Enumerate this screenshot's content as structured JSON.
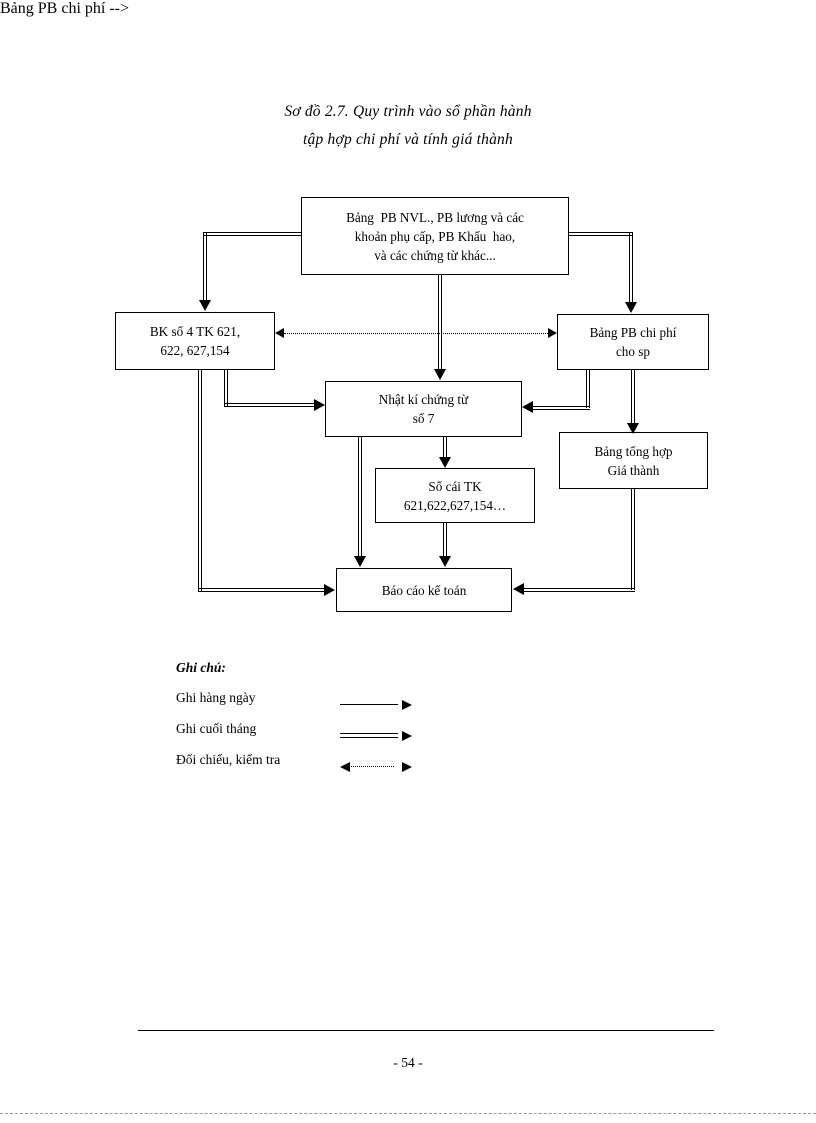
{
  "document": {
    "title_lines": [
      "Sơ đồ 2.7. Quy trình vào sổ phần hành",
      "tập hợp chi phí và tính giá thành"
    ],
    "page_number": "- 54 -"
  },
  "diagram": {
    "nodes": {
      "chung_tu": {
        "lines": [
          "Bảng  PB NVL., PB lương và các",
          "khoản phụ cấp, PB Khấu  hao,",
          "và các chứng từ khác..."
        ]
      },
      "bang_ke": {
        "lines": [
          "BK số 4 TK 621,",
          "622, 627,154"
        ]
      },
      "pb_chi_phi": {
        "lines": [
          "Bảng PB chi phí",
          "cho sp"
        ]
      },
      "nhat_ki_chung_tu": {
        "lines": [
          "Nhật kí chứng từ",
          "số 7"
        ]
      },
      "bang_tong_hop": {
        "lines": [
          "Bảng tổng hợp",
          "Giá thành"
        ]
      },
      "so_cai": {
        "lines": [
          "Sổ cái TK",
          "621,622,627,154…"
        ]
      },
      "bao_cao": {
        "lines": [
          "Báo cáo kế toán"
        ]
      }
    }
  },
  "legend": {
    "title": "Ghi chú:",
    "items": [
      {
        "label": "Ghi hàng ngày",
        "style": "single-arrow"
      },
      {
        "label": "Ghi cuối tháng",
        "style": "double-arrow"
      },
      {
        "label": "Đối chiếu, kiểm tra",
        "style": "dotted-bidirectional-arrow"
      }
    ]
  },
  "colors": {
    "ink": "#000000",
    "paper": "#ffffff"
  }
}
